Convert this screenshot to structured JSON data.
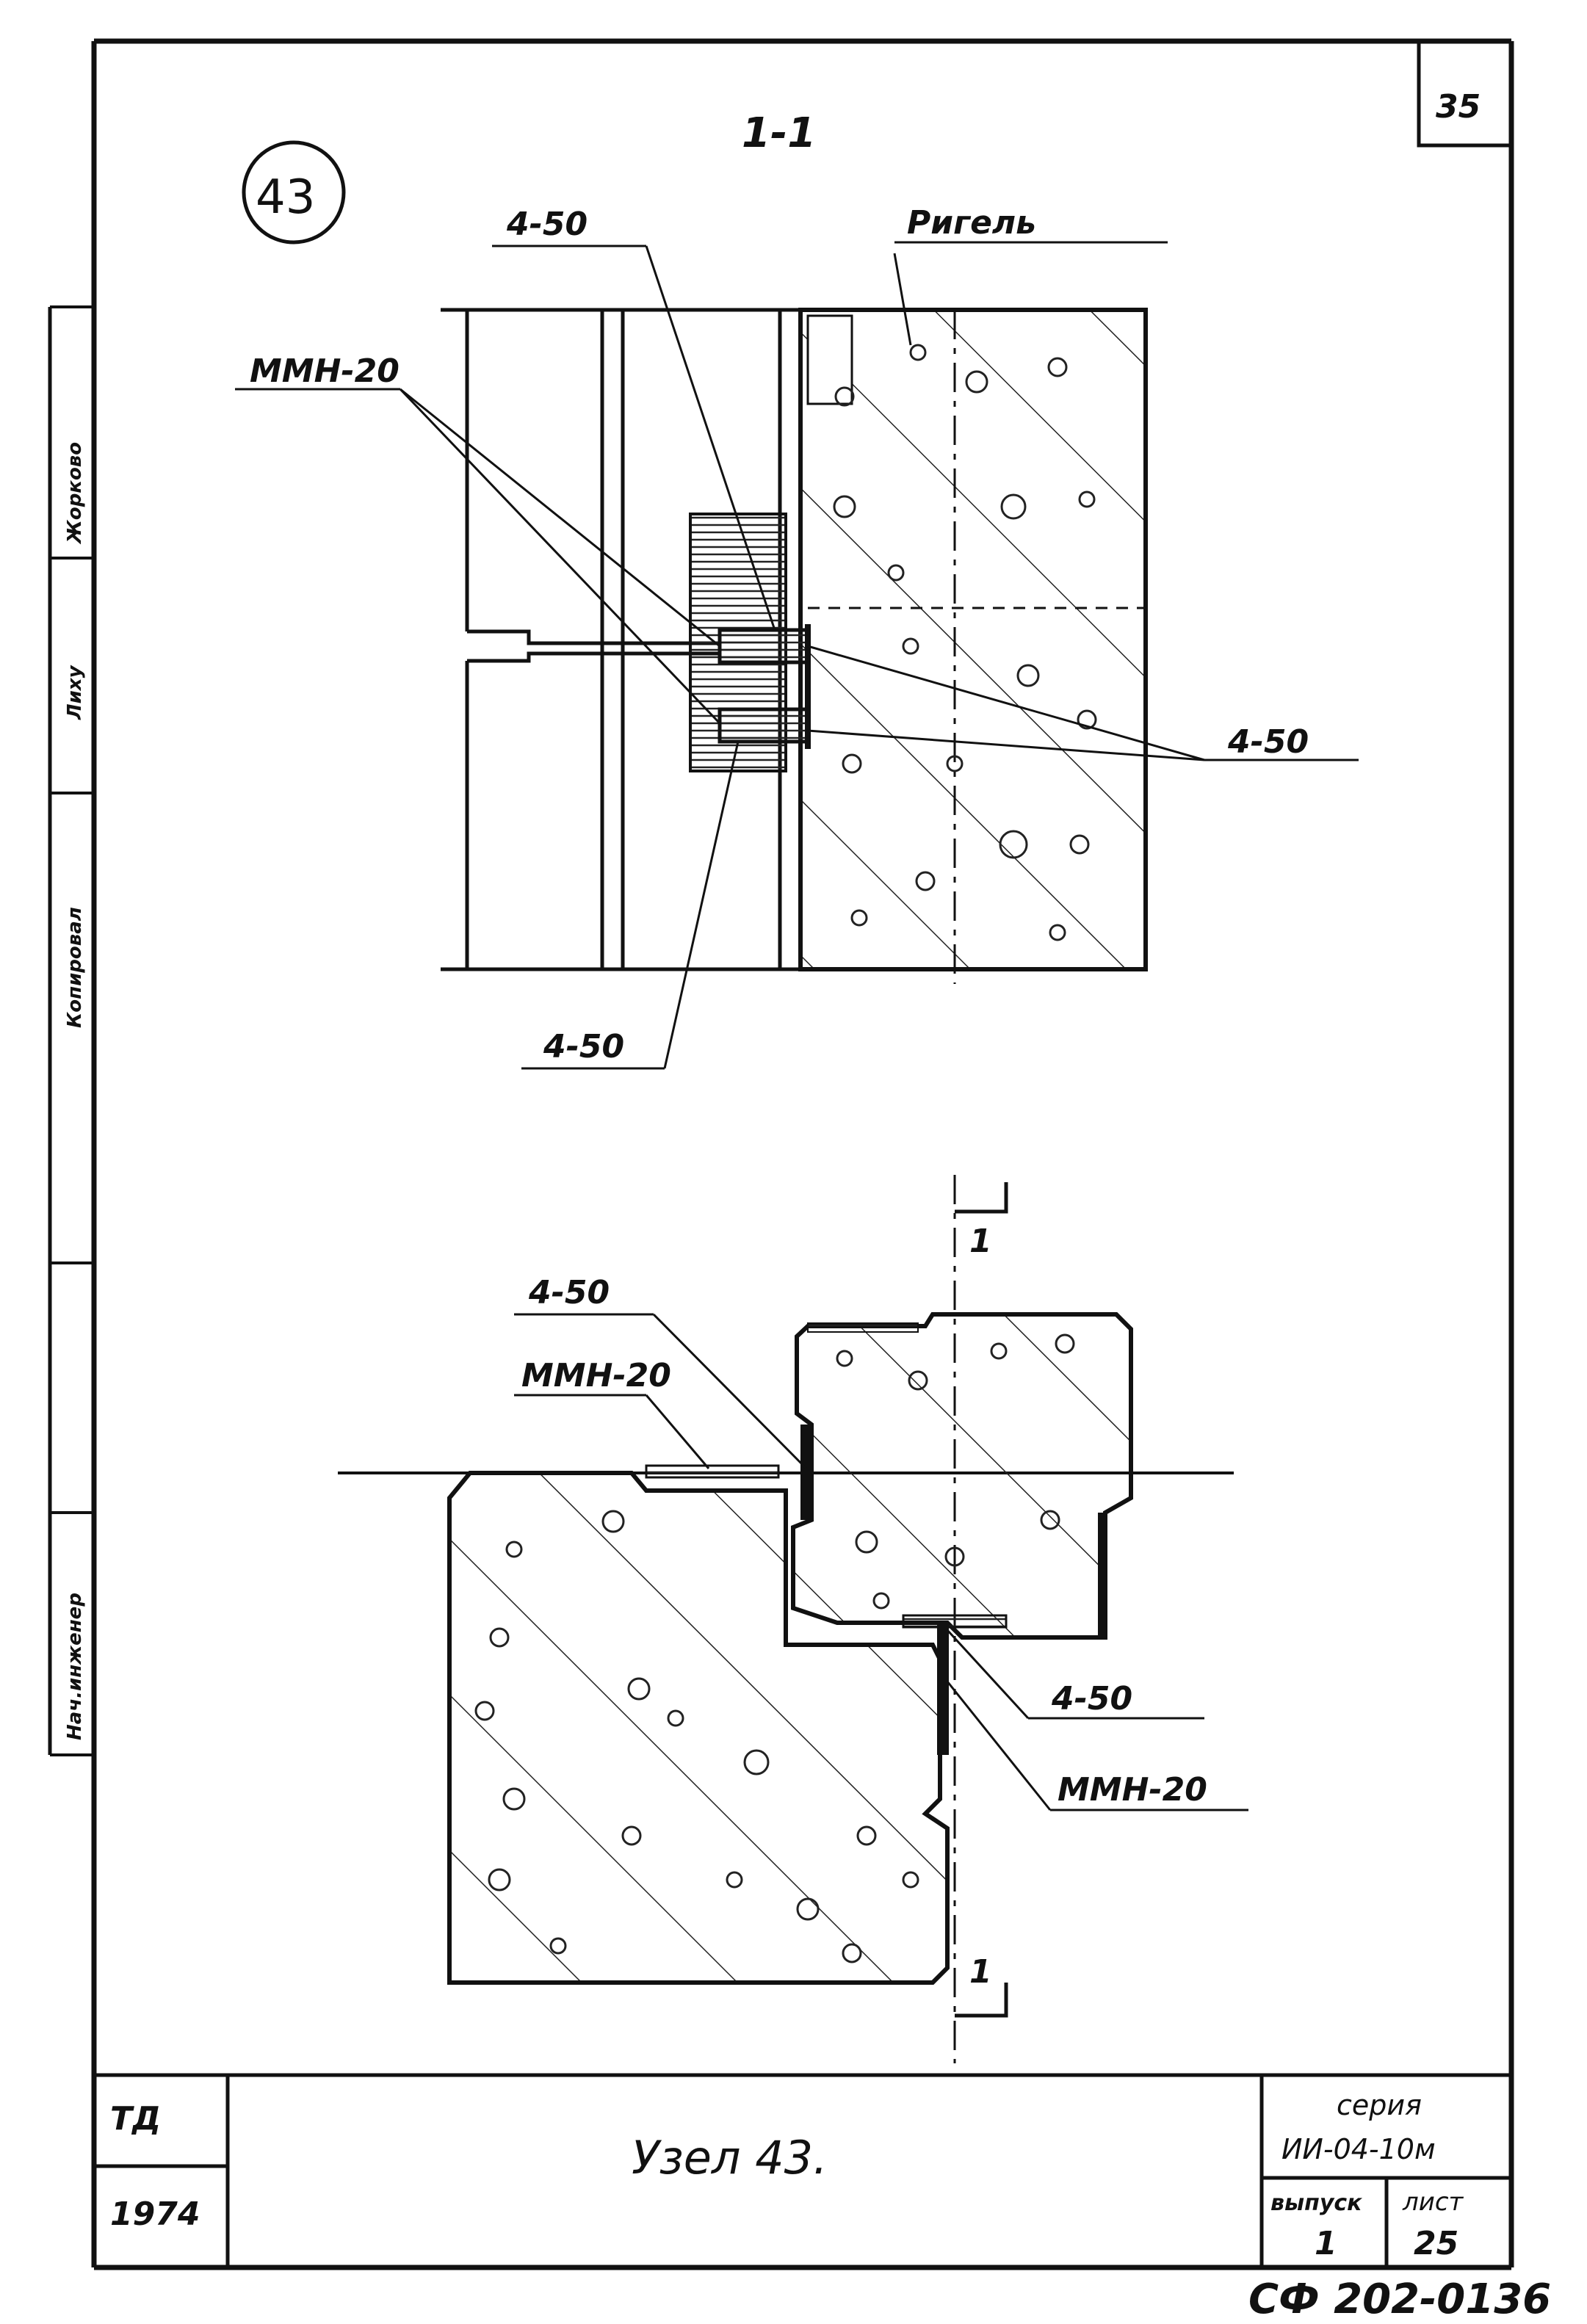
{
  "sheet": {
    "page_number": "35",
    "node_circle": "43",
    "section_title": "1-1",
    "section_marker": "1",
    "code": "СФ 202-0136"
  },
  "labels": {
    "rigel": "Ригель",
    "top_450_a": "4-50",
    "top_mmn": "ММН-20",
    "top_450_right": "4-50",
    "top_450_bottom": "4-50",
    "bot_450_top": "4-50",
    "bot_mmn_top": "ММН-20",
    "bot_450_right": "4-50",
    "bot_mmn_right": "ММН-20"
  },
  "side_stamp": [
    "Жорково",
    "Лиху",
    "Копировал",
    "Нач.инженер"
  ],
  "title_block": {
    "org": "ТД",
    "year": "1974",
    "title": "Узел 43.",
    "series_label": "серия",
    "series_value": "ИИ-04-10м",
    "issue_label": "выпуск",
    "issue_value": "1",
    "sheet_label": "лист",
    "sheet_value": "25"
  }
}
